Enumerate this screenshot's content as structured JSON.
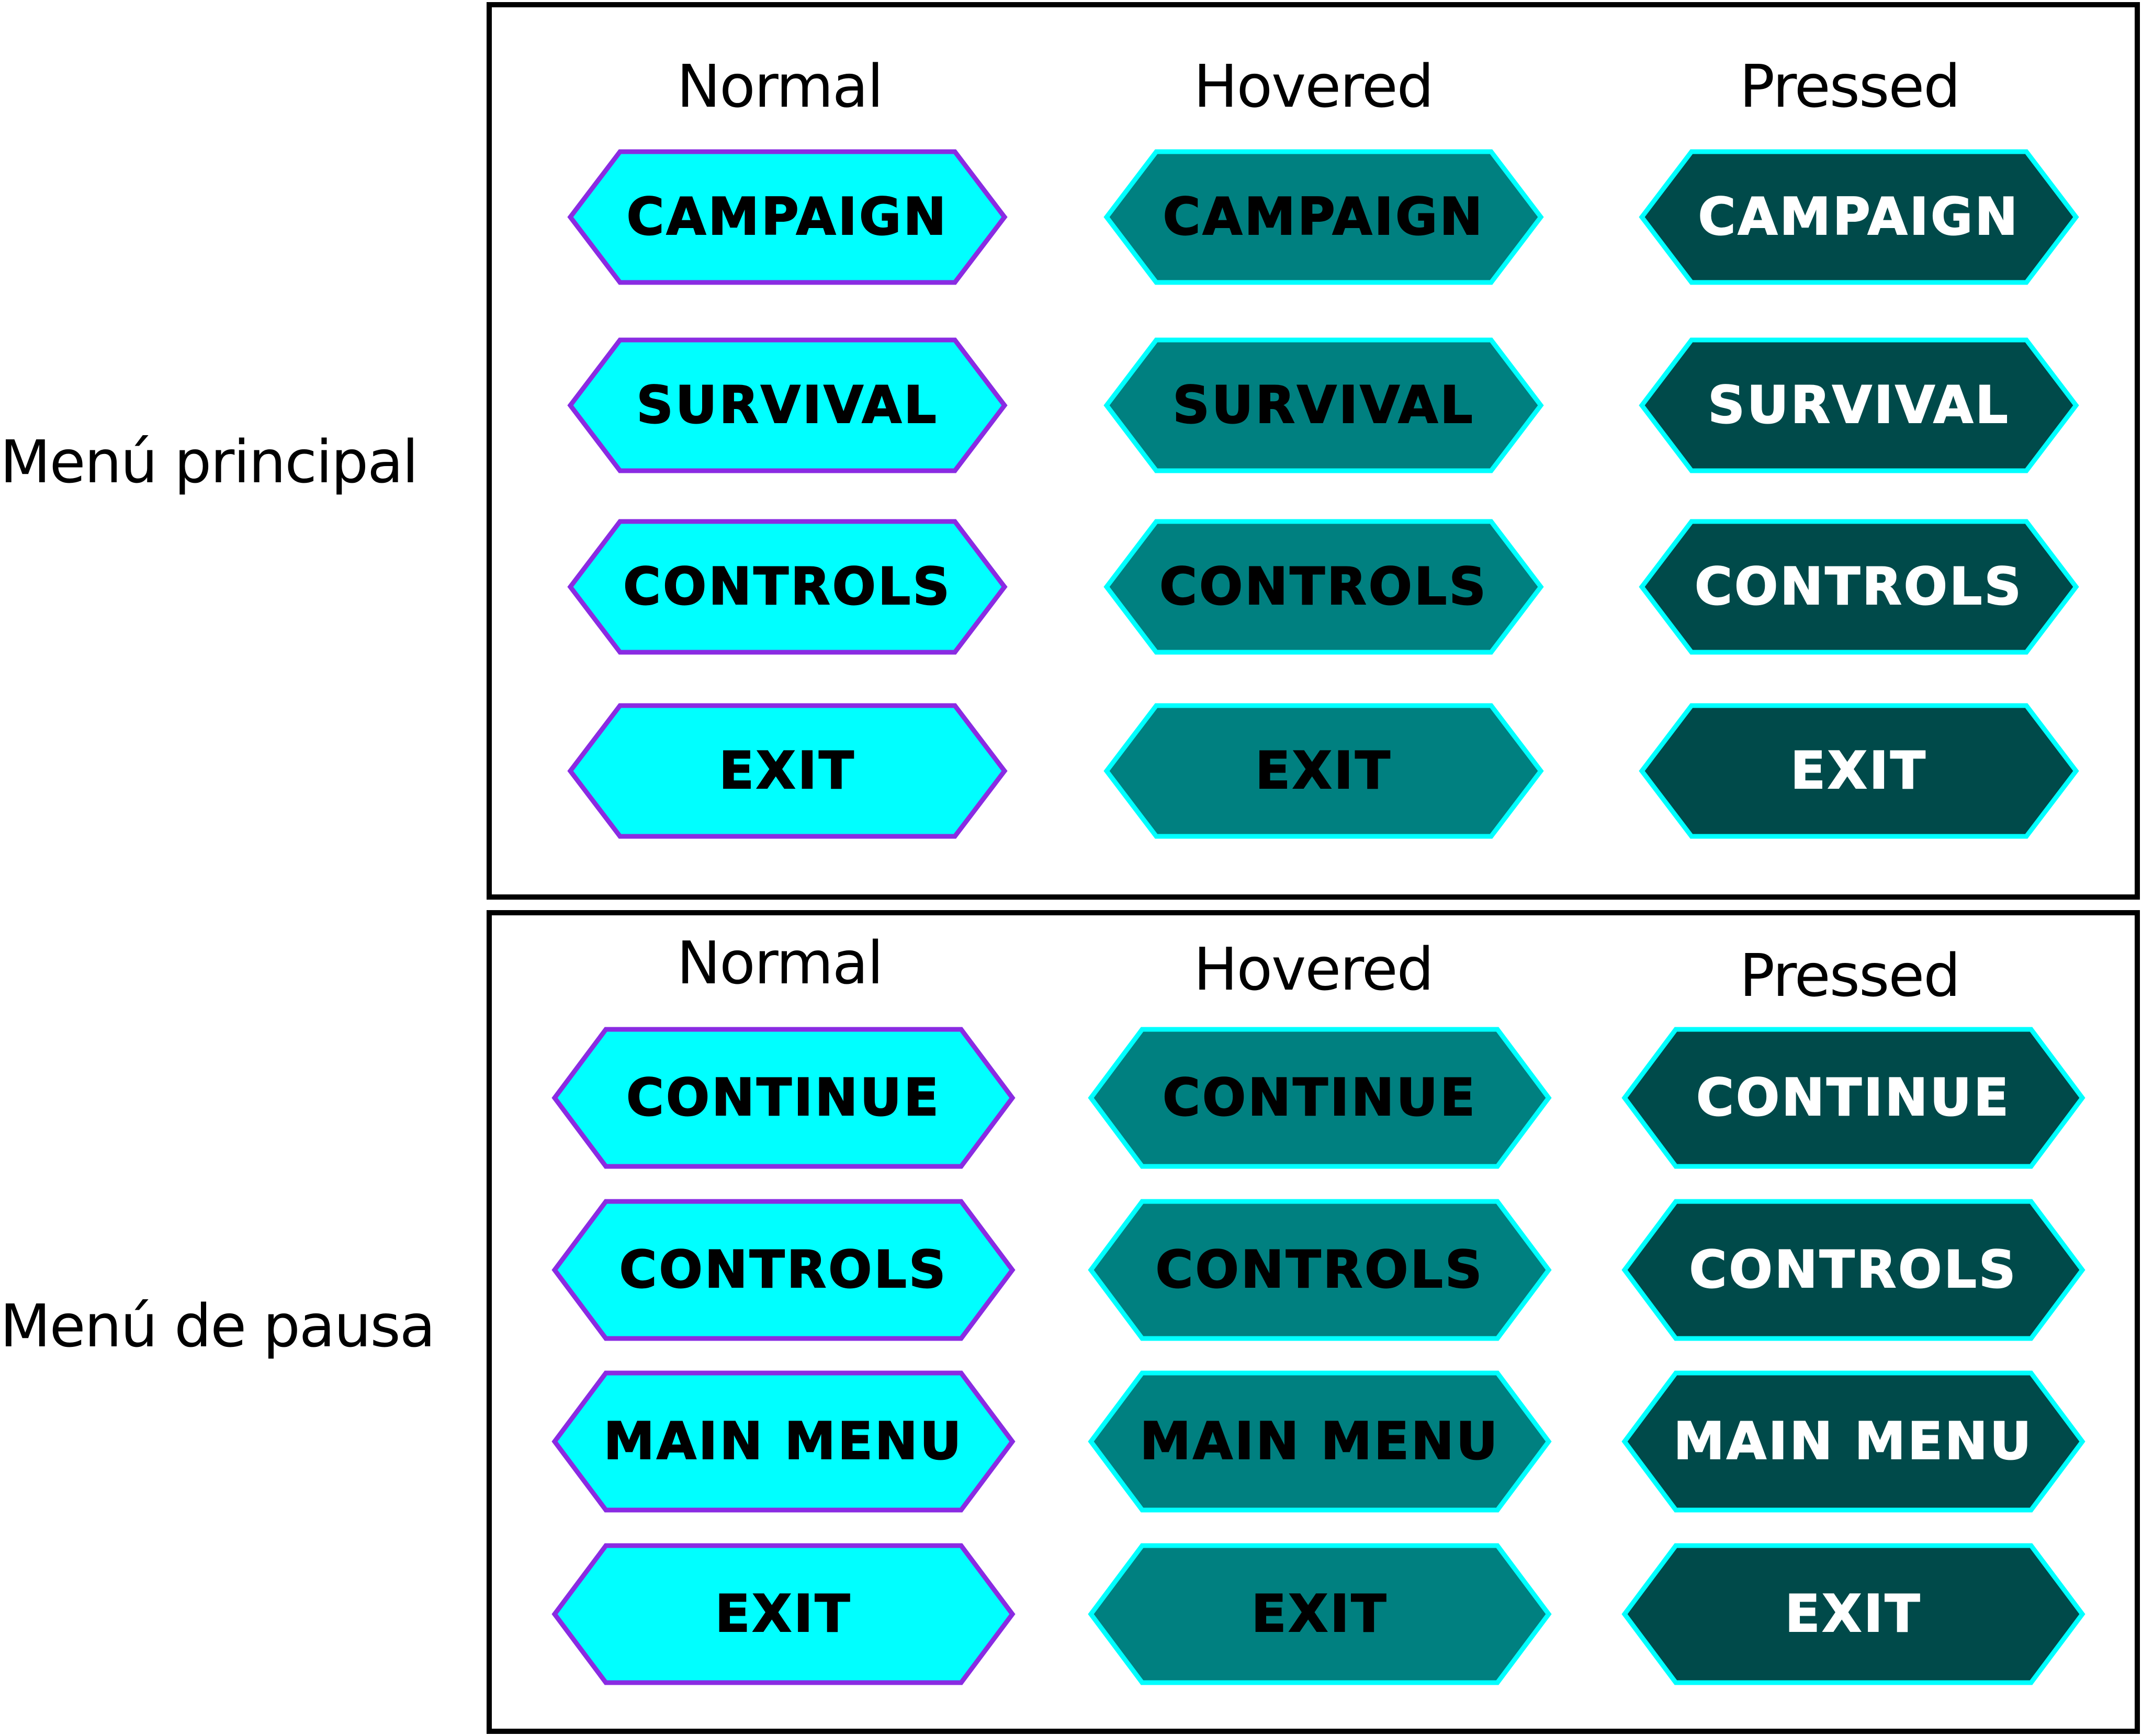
{
  "states": [
    "Normal",
    "Hovered",
    "Pressed"
  ],
  "state_styles": {
    "Normal": {
      "fill": "#00ffff",
      "stroke": "#8a2be2",
      "text": "#000000"
    },
    "Hovered": {
      "fill": "#008080",
      "stroke": "#00ffff",
      "text": "#000000"
    },
    "Pressed": {
      "fill": "#004a4a",
      "stroke": "#00ffff",
      "text": "#ffffff"
    }
  },
  "sections": [
    {
      "id": "main-menu",
      "label": "Menú principal",
      "headers": [
        "Normal",
        "Hovered",
        "Pressed"
      ],
      "buttons": [
        "CAMPAIGN",
        "SURVIVAL",
        "CONTROLS",
        "EXIT"
      ]
    },
    {
      "id": "pause-menu",
      "label": "Menú de pausa",
      "headers": [
        "Normal",
        "Hovered",
        "Pressed"
      ],
      "buttons": [
        "CONTINUE",
        "CONTROLS",
        "MAIN MENU",
        "EXIT"
      ]
    }
  ]
}
